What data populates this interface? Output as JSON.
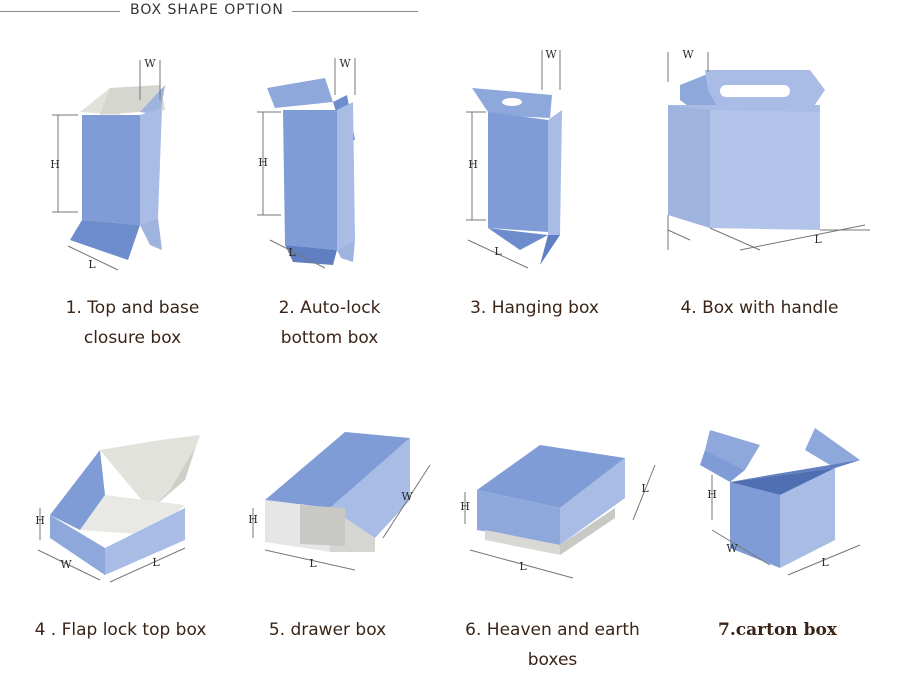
{
  "header": {
    "title": "BOX SHAPE OPTION"
  },
  "dimension_labels": {
    "width": "W",
    "height": "H",
    "length": "L"
  },
  "colors": {
    "box_blue": "#7f9cd6",
    "box_blue_light": "#a9bce6",
    "box_blue_dark": "#5f7fc2",
    "inner_white": "#e6e6e6",
    "caption": "#3a2418"
  },
  "boxes": [
    {
      "caption_line1": "1. Top and base",
      "caption_line2": "closure box"
    },
    {
      "caption_line1": "2. Auto-lock",
      "caption_line2": "bottom box"
    },
    {
      "caption_line1": "3. Hanging box",
      "caption_line2": ""
    },
    {
      "caption_line1": "4. Box with handle",
      "caption_line2": ""
    },
    {
      "caption_line1": "4 . Flap lock top box",
      "caption_line2": ""
    },
    {
      "caption_line1": "5. drawer box",
      "caption_line2": ""
    },
    {
      "caption_line1": "6. Heaven and earth boxes",
      "caption_line2": ""
    },
    {
      "caption_line1": "7.carton box",
      "caption_line2": ""
    }
  ]
}
